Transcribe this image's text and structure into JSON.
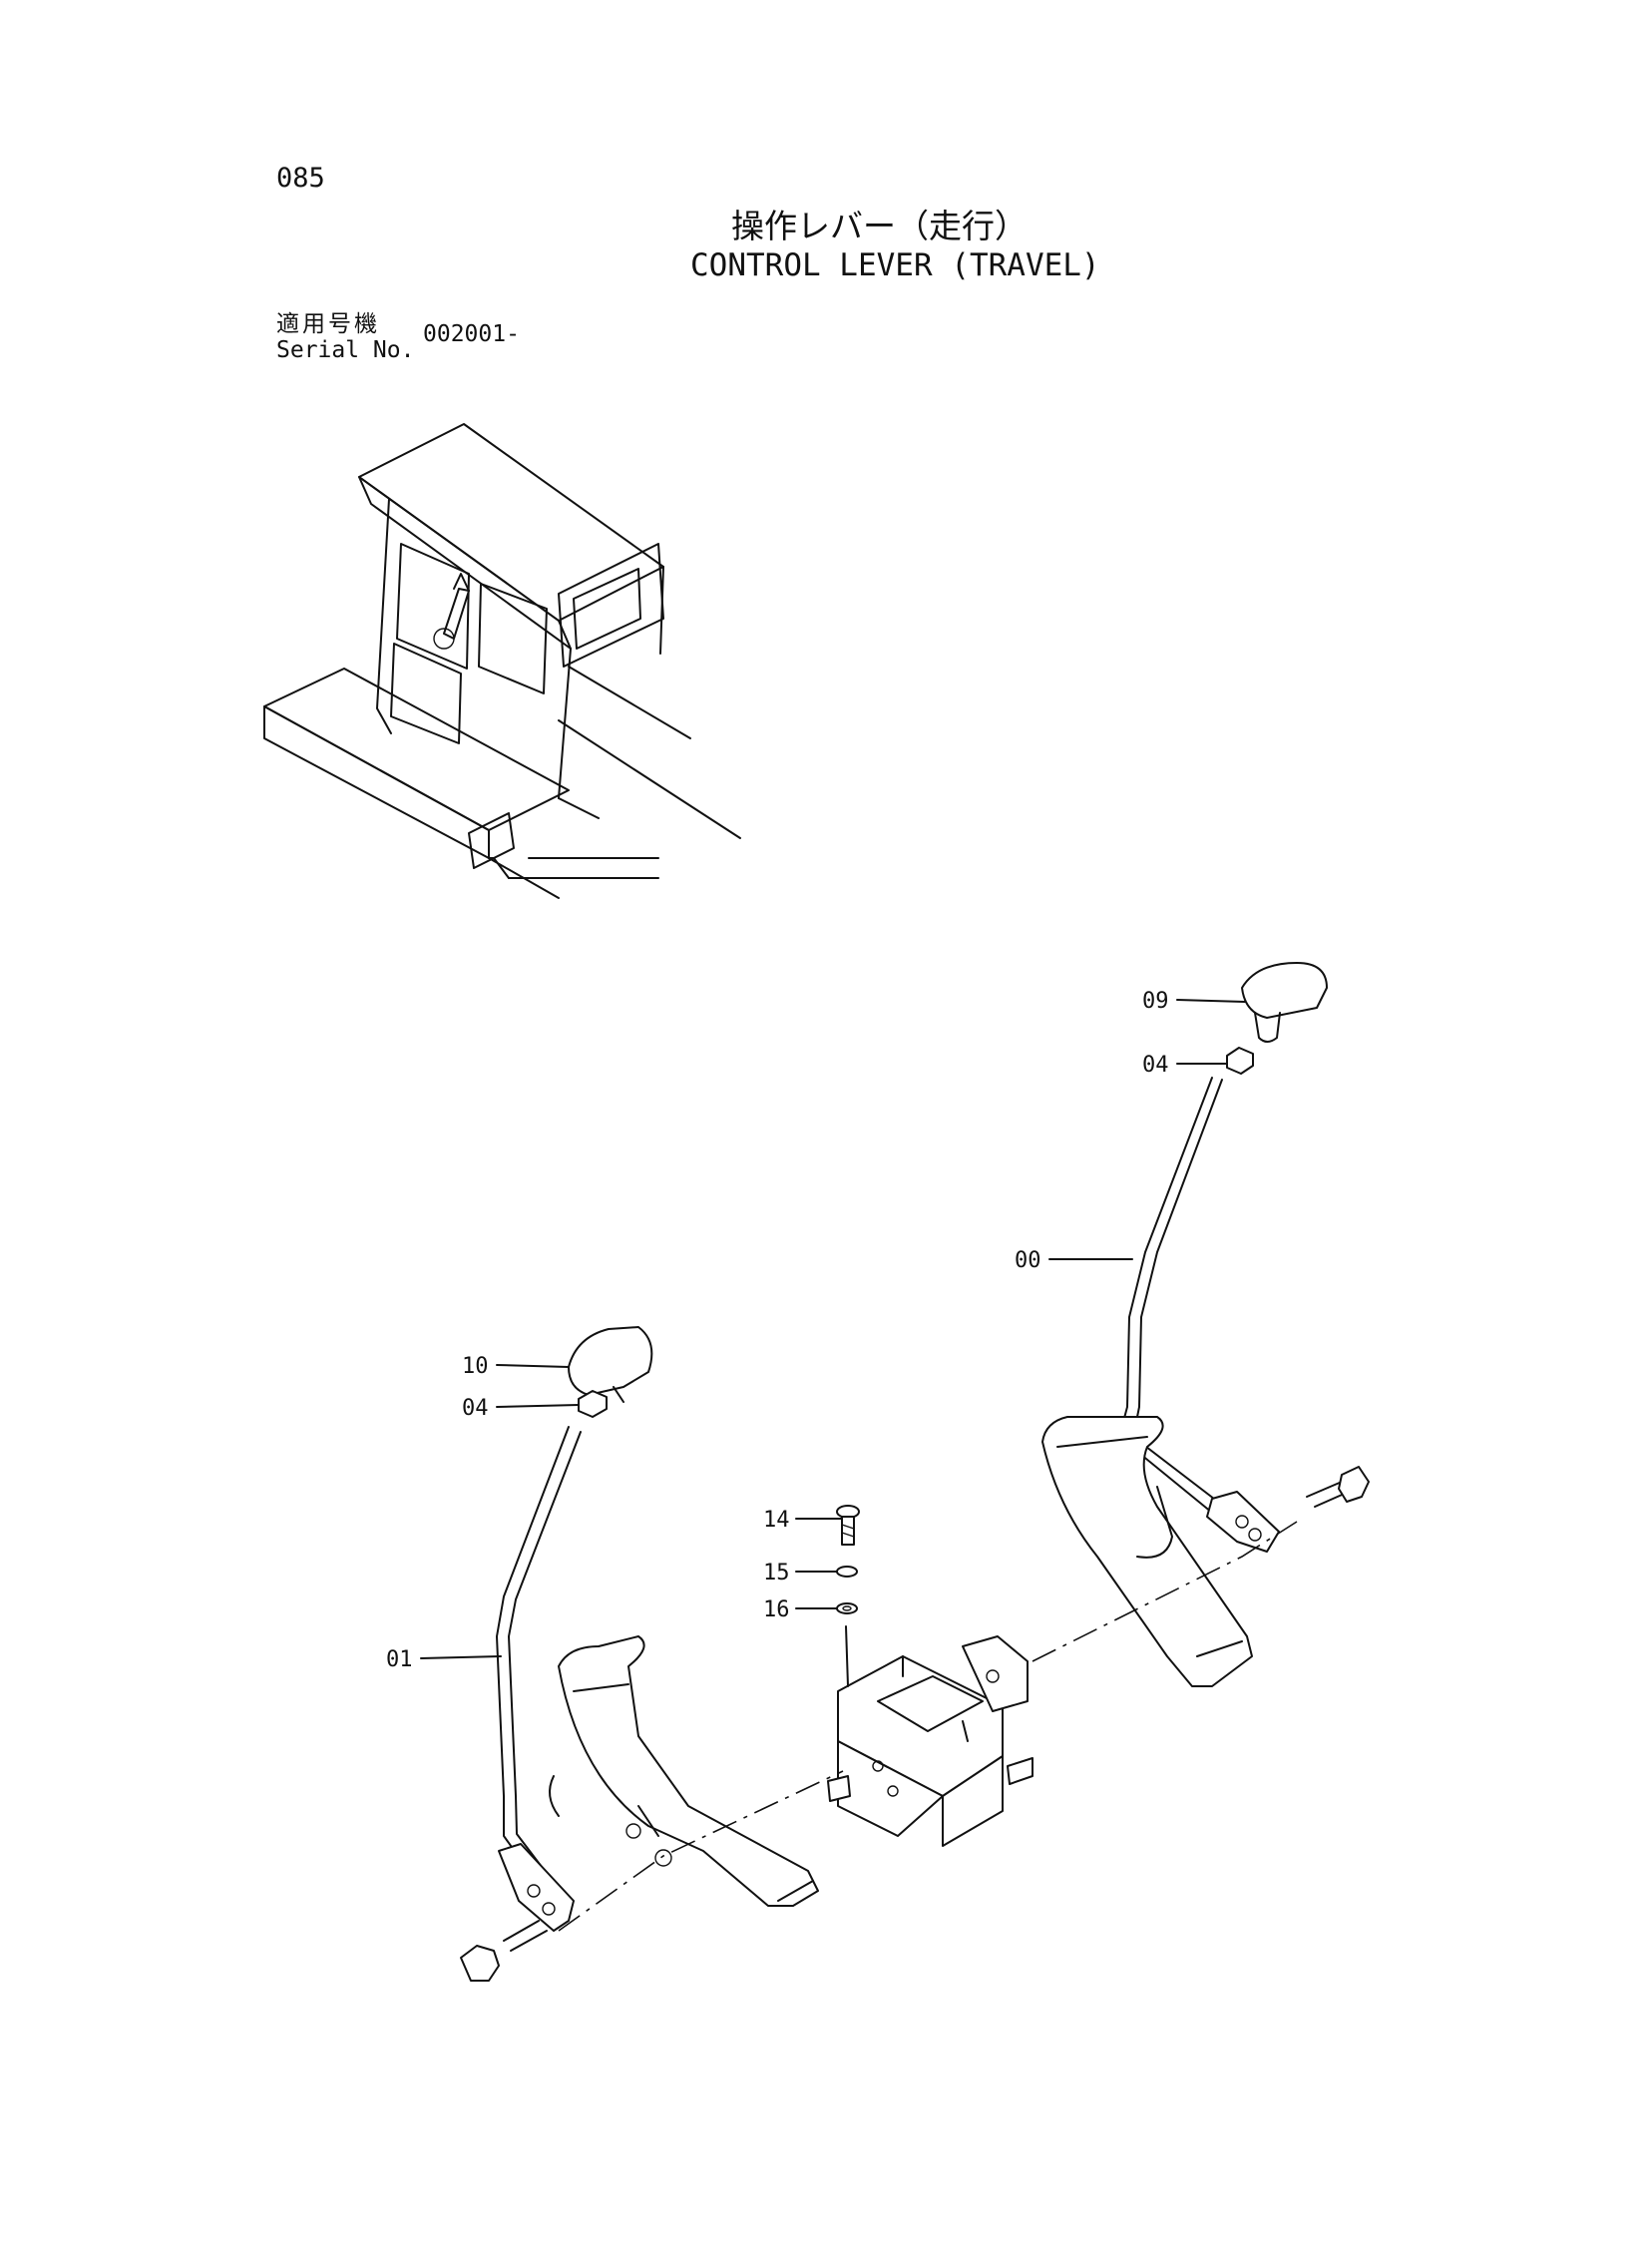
{
  "header": {
    "page_number": "085",
    "title_jp": "操作レバー（走行）",
    "title_en": "CONTROL LEVER (TRAVEL)"
  },
  "serial": {
    "label_jp": "適用号機",
    "label_en": "Serial No.",
    "value": "002001-"
  },
  "callouts": {
    "c09": "09",
    "c04_right": "04",
    "c00": "00",
    "c10": "10",
    "c04_left": "04",
    "c14": "14",
    "c15": "15",
    "c16": "16",
    "c01": "01"
  }
}
